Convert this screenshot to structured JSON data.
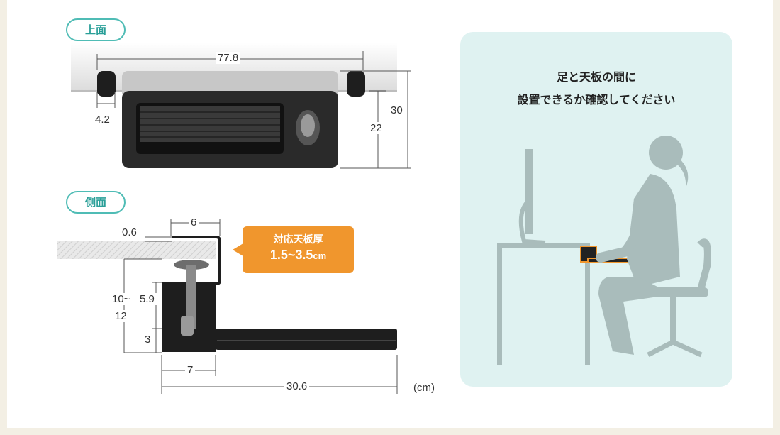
{
  "top_view": {
    "label": "上面",
    "width": "77.8",
    "height_total": "30",
    "height_tray": "22",
    "clamp_width": "4.2"
  },
  "side_view": {
    "label": "側面",
    "clamp_top": "6",
    "plate_thickness": "0.6",
    "drop_line1": "10~",
    "drop_line2": "12",
    "clamp_height": "5.9",
    "tray_height": "3",
    "clamp_depth": "7",
    "tray_length": "30.6",
    "unit": "(cm)"
  },
  "callout": {
    "line1": "対応天板厚",
    "value": "1.5~3.5",
    "unit": "cm"
  },
  "illustration": {
    "caption_line1": "足と天板の間に",
    "caption_line2": "設置できるか確認してください"
  },
  "colors": {
    "accent_teal": "#4fbcb5",
    "callout_orange": "#f0962d",
    "card_bg": "#dff2f1",
    "figure_gray": "#a9bcbb"
  }
}
